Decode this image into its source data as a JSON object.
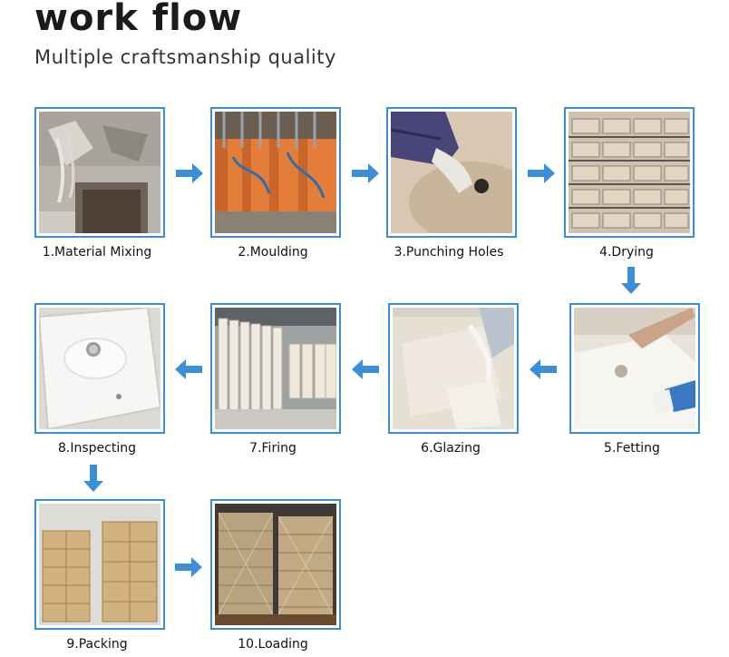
{
  "header": {
    "title": "work flow",
    "subtitle": "Multiple craftsmanship quality"
  },
  "colors": {
    "frame": "#3b8fd6",
    "arrow": "#3b8fd6"
  },
  "steps": [
    {
      "label": "1.Material Mixing"
    },
    {
      "label": "2.Moulding"
    },
    {
      "label": "3.Punching Holes"
    },
    {
      "label": "4.Drying"
    },
    {
      "label": "5.Fetting"
    },
    {
      "label": "6.Glazing"
    },
    {
      "label": "7.Firing"
    },
    {
      "label": "8.Inspecting"
    },
    {
      "label": "9.Packing"
    },
    {
      "label": "10.Loading"
    }
  ]
}
